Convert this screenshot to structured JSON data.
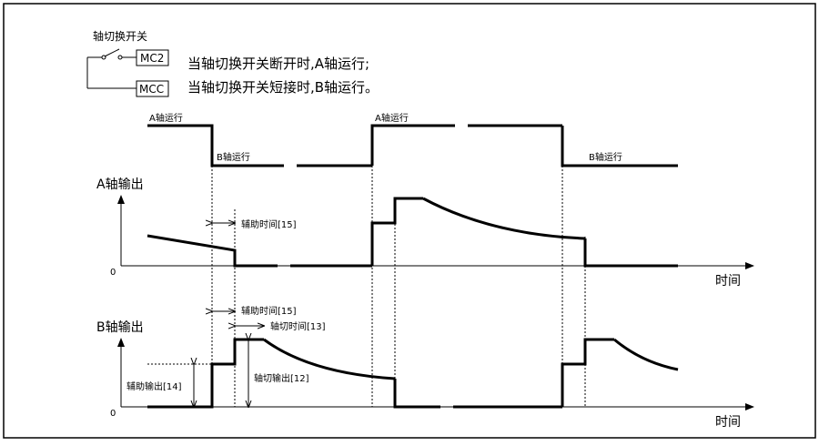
{
  "switch": {
    "title": "轴切换开关",
    "mc2_label": "MC2",
    "mcc_label": "MCC",
    "note_open": "当轴切换开关断开时,A轴运行;",
    "note_short": "当轴切换开关短接时,B轴运行。"
  },
  "axis_status": {
    "a_run_1": "A轴运行",
    "b_run_1": "B轴运行",
    "a_run_2": "A轴运行",
    "b_run_2": "B轴运行"
  },
  "a_output": {
    "title": "A轴输出",
    "zero": "0",
    "time_label": "时间",
    "aux_time": "辅助时间[15]"
  },
  "b_output": {
    "title": "B轴输出",
    "zero": "0",
    "time_label": "时间",
    "aux_time": "辅助时间[15]",
    "switch_time": "轴切时间[13]",
    "aux_output": "辅助输出[14]",
    "switch_output": "轴切输出[12]"
  }
}
